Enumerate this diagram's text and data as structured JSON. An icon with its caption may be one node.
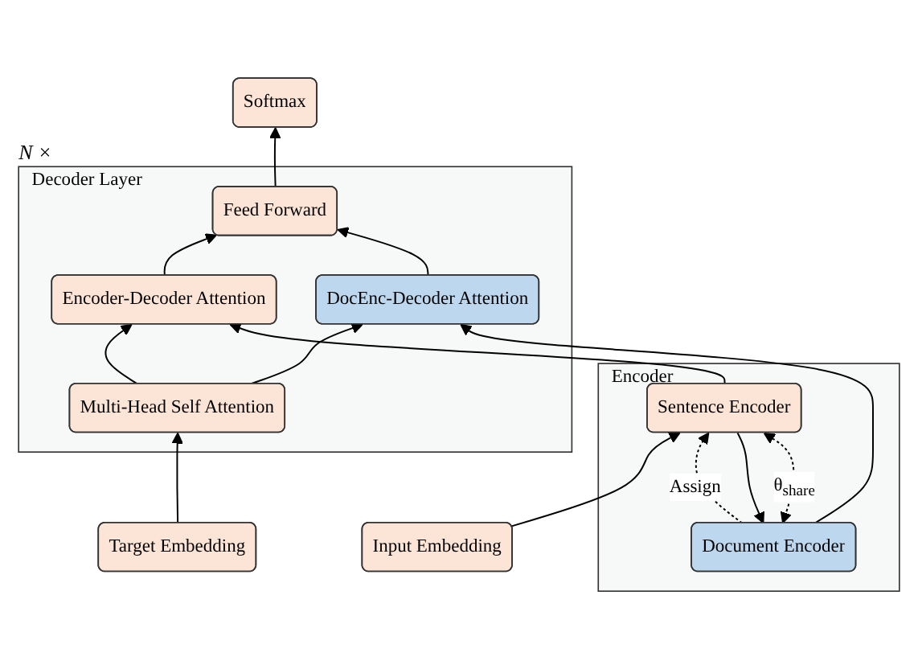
{
  "diagram": {
    "nodes": [
      {
        "text": [
          "Softmax"
        ]
      },
      {
        "text": [
          "Decoder Layer"
        ],
        "beside": [
          "N ×"
        ]
      },
      {
        "text": [
          "Feed Forward"
        ],
        "in": 1
      },
      {
        "text": [
          "Encoder-Decoder Attention"
        ],
        "in": 1
      },
      {
        "text": [
          "DocEnc-Decoder Attention"
        ],
        "in": 1
      },
      {
        "text": [
          "Encoder"
        ]
      },
      {
        "text": [
          "Document Encoder"
        ],
        "in": 5
      },
      {
        "text": [
          "Sentence Encoder"
        ],
        "in": 5
      },
      {
        "text": [
          "Multi-Head Self Attention"
        ],
        "in": 1
      },
      {
        "text": [
          "Input Embedding"
        ]
      },
      {
        "text": [
          "Target Embedding"
        ]
      }
    ],
    "edges": [
      {
        "from": 9,
        "to": 7,
        "arrow": "to"
      },
      {
        "from": 7,
        "to": 6,
        "arrow": "to"
      },
      {
        "from": 6,
        "to": 7,
        "arrow": "to",
        "style": "dashed",
        "label": "Assign"
      },
      {
        "from": 7,
        "to": 6,
        "arrow": "both",
        "style": "dashed",
        "label": "θ$_{share}$"
      },
      {
        "from": 10,
        "to": 8,
        "arrow": "to"
      },
      {
        "from": 8,
        "to": 3,
        "arrow": "to"
      },
      {
        "from": 8,
        "to": 4,
        "arrow": "to"
      },
      {
        "from": 7,
        "to": 3,
        "arrow": "to"
      },
      {
        "from": 6,
        "to": 4,
        "arrow": "to"
      },
      {
        "from": 3,
        "to": 2,
        "arrow": "to"
      },
      {
        "from": 4,
        "to": 2,
        "arrow": "to"
      },
      {
        "from": 2,
        "to": 0,
        "arrow": "to"
      }
    ]
  }
}
